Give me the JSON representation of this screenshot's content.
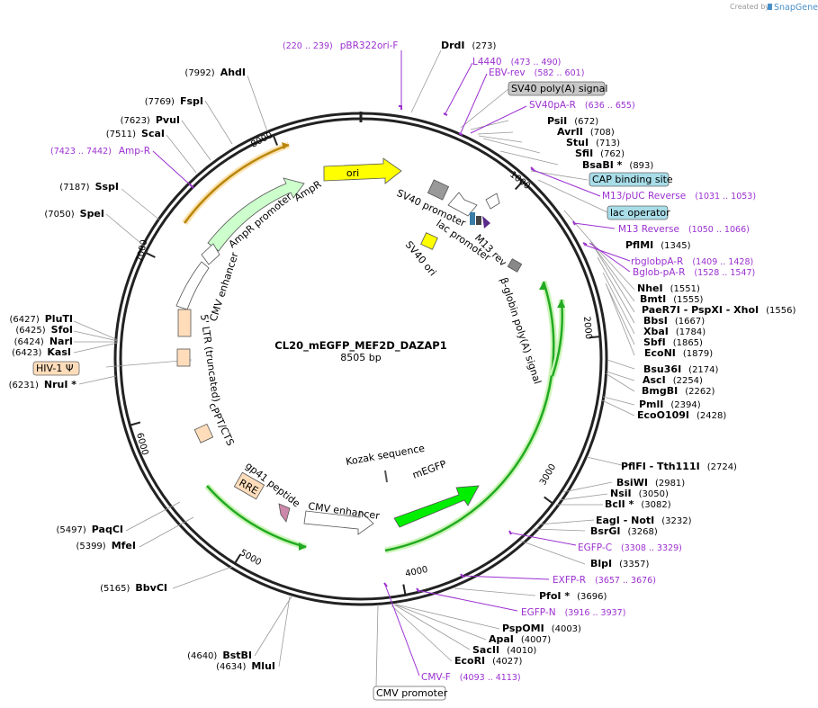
{
  "credit": {
    "prefix": "Created by",
    "brand": "SnapGene"
  },
  "plasmid": {
    "name": "CL20_mEGFP_MEF2D_DAZAP1",
    "size_label": "8505 bp"
  },
  "ticks": [
    "1000",
    "2000",
    "3000",
    "4000",
    "5000",
    "6000",
    "7000",
    "8000"
  ],
  "enzymes_right": [
    {
      "name": "DrdI",
      "pos": "(273)"
    },
    {
      "name": "PsiI",
      "pos": "(672)"
    },
    {
      "name": "AvrII",
      "pos": "(708)"
    },
    {
      "name": "StuI",
      "pos": "(713)"
    },
    {
      "name": "SfiI",
      "pos": "(762)"
    },
    {
      "name": "BsaBI *",
      "pos": "(893)"
    },
    {
      "name": "PflMI",
      "pos": "(1345)"
    },
    {
      "name": "NheI",
      "pos": "(1551)"
    },
    {
      "name": "BmtI",
      "pos": "(1555)"
    },
    {
      "name": "PaeR7I - PspXI - XhoI",
      "pos": "(1556)"
    },
    {
      "name": "BbsI",
      "pos": "(1667)"
    },
    {
      "name": "XbaI",
      "pos": "(1784)"
    },
    {
      "name": "SbfI",
      "pos": "(1865)"
    },
    {
      "name": "EcoNI",
      "pos": "(1879)"
    },
    {
      "name": "Bsu36I",
      "pos": "(2174)"
    },
    {
      "name": "AscI",
      "pos": "(2254)"
    },
    {
      "name": "BmgBI",
      "pos": "(2262)"
    },
    {
      "name": "PmlI",
      "pos": "(2394)"
    },
    {
      "name": "EcoO109I",
      "pos": "(2428)"
    },
    {
      "name": "PflFI - Tth111I",
      "pos": "(2724)"
    },
    {
      "name": "BsiWI",
      "pos": "(2981)"
    },
    {
      "name": "NsiI",
      "pos": "(3050)"
    },
    {
      "name": "BclI *",
      "pos": "(3082)"
    },
    {
      "name": "EagI - NotI",
      "pos": "(3232)"
    },
    {
      "name": "BsrGI",
      "pos": "(3268)"
    },
    {
      "name": "BlpI",
      "pos": "(3357)"
    },
    {
      "name": "PfoI *",
      "pos": "(3696)"
    },
    {
      "name": "PspOMI",
      "pos": "(4003)"
    },
    {
      "name": "ApaI",
      "pos": "(4007)"
    },
    {
      "name": "SacII",
      "pos": "(4010)"
    },
    {
      "name": "EcoRI",
      "pos": "(4027)"
    }
  ],
  "enzymes_left": [
    {
      "name": "AhdI",
      "pos": "(7992)"
    },
    {
      "name": "FspI",
      "pos": "(7769)"
    },
    {
      "name": "PvuI",
      "pos": "(7623)"
    },
    {
      "name": "ScaI",
      "pos": "(7511)"
    },
    {
      "name": "SspI",
      "pos": "(7187)"
    },
    {
      "name": "SpeI",
      "pos": "(7050)"
    },
    {
      "name": "PluTI",
      "pos": "(6427)"
    },
    {
      "name": "SfoI",
      "pos": "(6425)"
    },
    {
      "name": "NarI",
      "pos": "(6424)"
    },
    {
      "name": "KasI",
      "pos": "(6423)"
    },
    {
      "name": "NruI *",
      "pos": "(6231)"
    },
    {
      "name": "PaqCI",
      "pos": "(5497)"
    },
    {
      "name": "MfeI",
      "pos": "(5399)"
    },
    {
      "name": "BbvCI",
      "pos": "(5165)"
    },
    {
      "name": "BstBI",
      "pos": "(4640)"
    },
    {
      "name": "MluI",
      "pos": "(4634)"
    }
  ],
  "primers": [
    {
      "name": "pBR322ori-F",
      "range": "(220 .. 239)"
    },
    {
      "name": "L4440",
      "range": "(473 .. 490)"
    },
    {
      "name": "EBV-rev",
      "range": "(582 .. 601)"
    },
    {
      "name": "SV40pA-R",
      "range": "(636 .. 655)"
    },
    {
      "name": "M13/pUC Reverse",
      "range": "(1031 .. 1053)"
    },
    {
      "name": "M13 Reverse",
      "range": "(1050 .. 1066)"
    },
    {
      "name": "rbglobpA-R",
      "range": "(1409 .. 1428)"
    },
    {
      "name": "Bglob-pA-R",
      "range": "(1528 .. 1547)"
    },
    {
      "name": "EGFP-C",
      "range": "(3308 .. 3329)"
    },
    {
      "name": "EXFP-R",
      "range": "(3657 .. 3676)"
    },
    {
      "name": "EGFP-N",
      "range": "(3916 .. 3937)"
    },
    {
      "name": "CMV-F",
      "range": "(4093 .. 4113)"
    },
    {
      "name": "Amp-R",
      "range": "(7423 .. 7442)"
    }
  ],
  "boxed_labels": {
    "sv40_polya": "SV40 poly(A) signal",
    "cap_site": "CAP binding site",
    "lac_operator": "lac operator",
    "cmv_promoter": "CMV promoter",
    "hiv_psi": "HIV-1 Ψ"
  },
  "features": {
    "ori": "ori",
    "sv40_promoter": "SV40 promoter",
    "lac_promoter": "lac promoter",
    "m13_rev": "M13 rev",
    "sv40_ori": "SV40 ori",
    "bglobin_polya": "β-globin poly(A) signal",
    "ampr": "AmpR",
    "ampr_promoter": "AmpR promoter",
    "cmv_enhancer_top": "CMV enhancer",
    "ltr": "5' LTR (truncated)",
    "cppt": "cPPT/CTS",
    "rre": "RRE",
    "gp41": "gp41 peptide",
    "cmv_enhancer_bottom": "CMV enhancer",
    "kozak": "Kozak sequence",
    "megfp": "mEGFP"
  },
  "colors": {
    "ring": "#222222",
    "primer": "#9b30d0",
    "ori": "#ffff00",
    "ampr": "#ccffcc",
    "megfp": "#00ee00",
    "orf_arc": "#22aa22",
    "ampr_orf": "#b8860b",
    "ltr": "#ffddbb",
    "boxed_gray": "#c8c8c8",
    "boxed_blue": "#a8dde8"
  }
}
